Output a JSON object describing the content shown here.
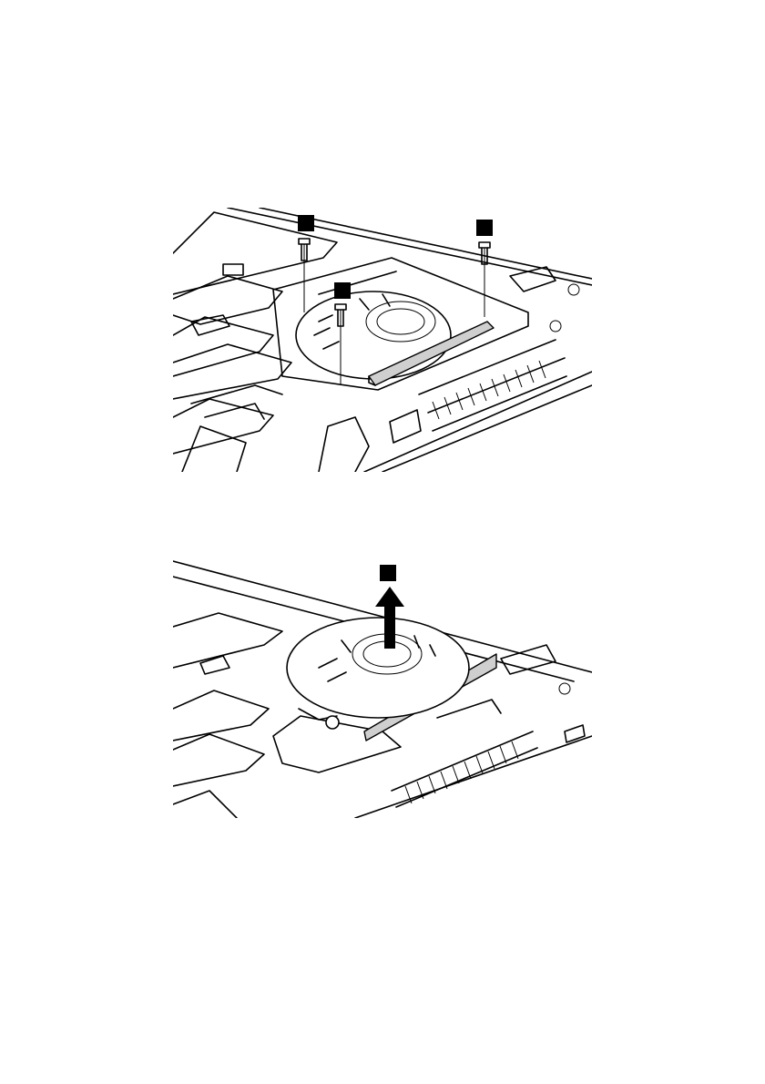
{
  "document": {
    "figures": [
      {
        "id": "step-remove-screws",
        "callouts": [
          {
            "id": "callout-1"
          },
          {
            "id": "callout-2"
          },
          {
            "id": "callout-3"
          }
        ]
      },
      {
        "id": "step-lift-fan",
        "callouts": [
          {
            "id": "callout-4"
          }
        ]
      }
    ],
    "colors": {
      "ink": "#000000",
      "shade": "#cfcfcf",
      "paper": "#ffffff"
    },
    "icons": [
      "screw-icon",
      "lift-arrow-icon",
      "fan-icon"
    ]
  }
}
